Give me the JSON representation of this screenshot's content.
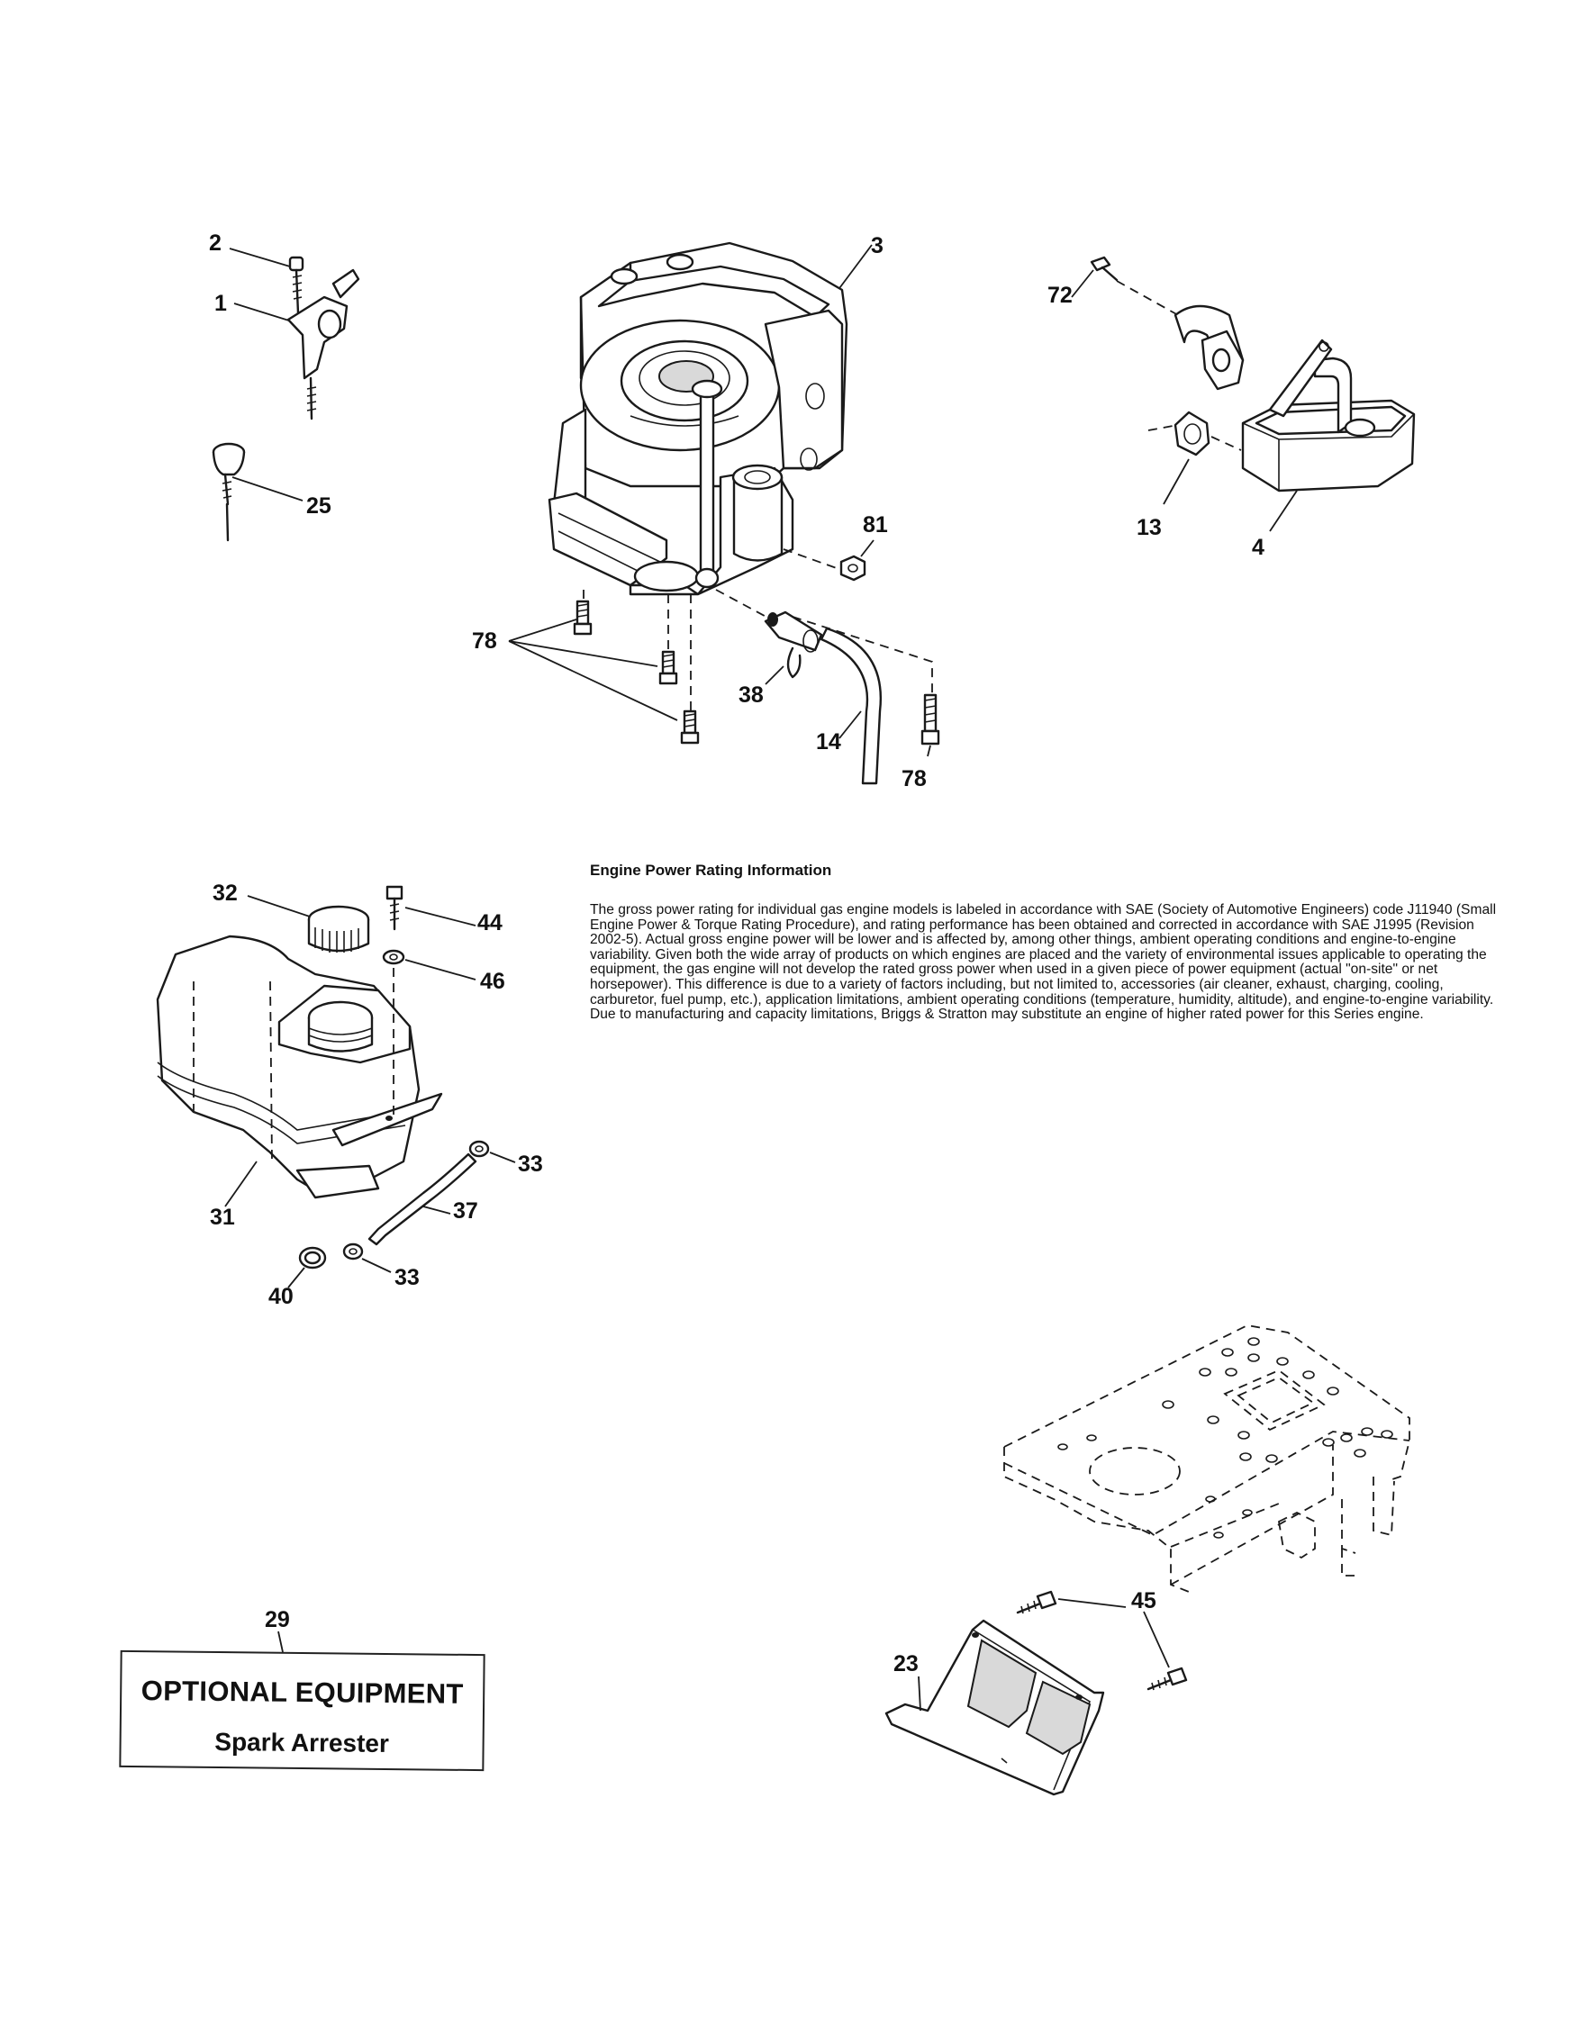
{
  "callouts": {
    "c2": "2",
    "c1": "1",
    "c25": "25",
    "c3": "3",
    "c72": "72",
    "c13": "13",
    "c4": "4",
    "c81": "81",
    "c78a": "78",
    "c38": "38",
    "c14": "14",
    "c78b": "78",
    "c32": "32",
    "c44": "44",
    "c46": "46",
    "c31": "31",
    "c33a": "33",
    "c37": "37",
    "c33b": "33",
    "c40": "40",
    "c29": "29",
    "c45": "45",
    "c23": "23"
  },
  "info": {
    "title": "Engine Power Rating Information",
    "body": "The gross power rating for individual gas engine models is labeled in accordance with SAE (Society of Automotive Engineers) code J11940 (Small Engine Power & Torque Rating Procedure), and rating performance has been obtained and corrected in accordance with SAE J1995 (Revision 2002-5). Actual gross engine power will be lower and is affected by, among other things, ambient operating conditions and engine-to-engine variability. Given both the wide array of products on which engines are placed and the variety of environmental issues applicable to operating the equipment, the gas engine will not develop the rated gross power when used in a given piece of power equipment (actual \"on-site\" or net horsepower). This difference is due to a variety of factors including, but not limited to, accessories (air cleaner, exhaust, charging, cooling, carburetor, fuel pump, etc.), application limitations, ambient operating conditions (temperature, humidity, altitude), and engine-to-engine variability. Due to manufacturing and capacity limitations, Briggs & Stratton may substitute an engine of higher rated power for this Series engine."
  },
  "optional_equipment": {
    "title": "OPTIONAL EQUIPMENT",
    "subtitle": "Spark Arrester"
  }
}
